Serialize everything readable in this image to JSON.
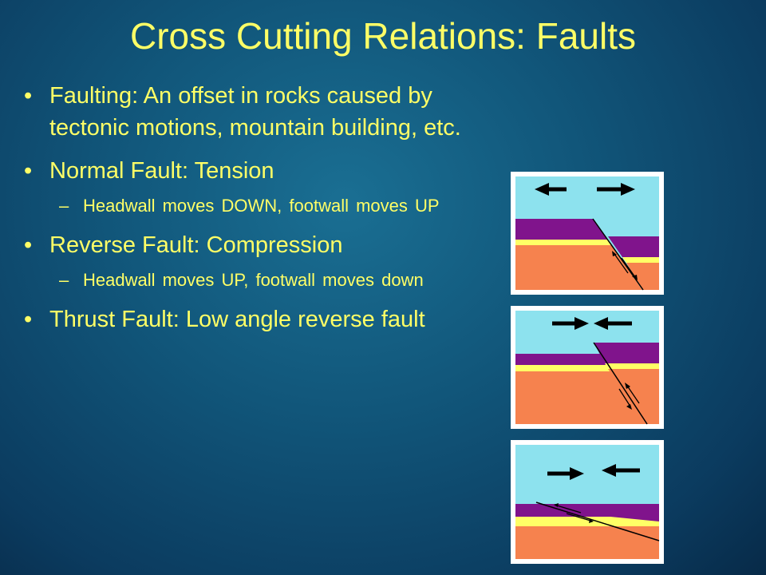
{
  "slide": {
    "title": "Cross Cutting Relations: Faults",
    "bullet_glyph": "•",
    "dash_glyph": "–",
    "items": [
      {
        "text": "Faulting: An offset in rocks caused by tectonic motions, mountain building, etc."
      },
      {
        "text": "Normal Fault: Tension"
      },
      {
        "text": "Headwall moves DOWN, footwall moves UP"
      },
      {
        "text": "Reverse Fault: Compression"
      },
      {
        "text": "Headwall moves UP, footwall moves down"
      },
      {
        "text": "Thrust Fault: Low angle reverse fault"
      }
    ]
  },
  "diagrams": {
    "colors": {
      "sky": "#8de2ee",
      "purple": "#80148c",
      "yellow": "#ffff66",
      "orange": "#f6824e",
      "frame": "#ffffff",
      "arrow": "#000000"
    },
    "items": [
      {
        "name": "normal-fault",
        "arrows": "apart"
      },
      {
        "name": "reverse-fault",
        "arrows": "together"
      },
      {
        "name": "thrust-fault",
        "arrows": "together"
      }
    ]
  }
}
